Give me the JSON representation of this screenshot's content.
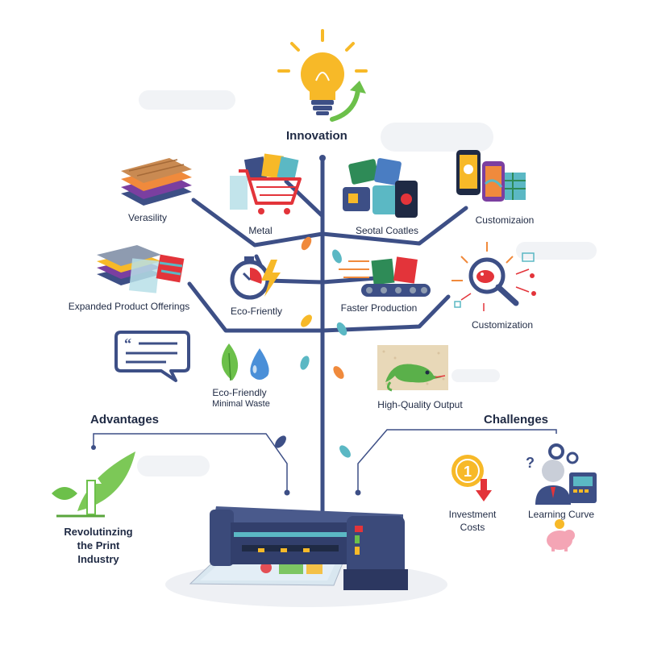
{
  "title": "Innovation",
  "branches": {
    "versatility": "Verasility",
    "metal": "Metal",
    "special_coatings": "Seotal Coatles",
    "customization_top": "Customizaion",
    "expanded": "Expanded Product Offerings",
    "eco_clock": "Eco-Friently",
    "faster": "Faster Production",
    "customization_mid": "Customization",
    "eco_friendly": "Eco-Friendly",
    "minimal_waste": "Minimal Waste",
    "high_quality": "High-Quality Output"
  },
  "advantages": {
    "heading": "Advantages",
    "item_line1": "Revolutinzing",
    "item_line2": "the Print",
    "item_line3": "Industry"
  },
  "challenges": {
    "heading": "Challenges",
    "investment_line1": "Investment",
    "investment_line2": "Costs",
    "learning": "Learning Curve"
  },
  "colors": {
    "trunk": "#3d4f86",
    "bulb": "#f7b928",
    "arrow_green": "#6cc04a",
    "printer": "#3b4a7a",
    "leaf_orange": "#f08a3c",
    "leaf_teal": "#5bb8c4"
  }
}
